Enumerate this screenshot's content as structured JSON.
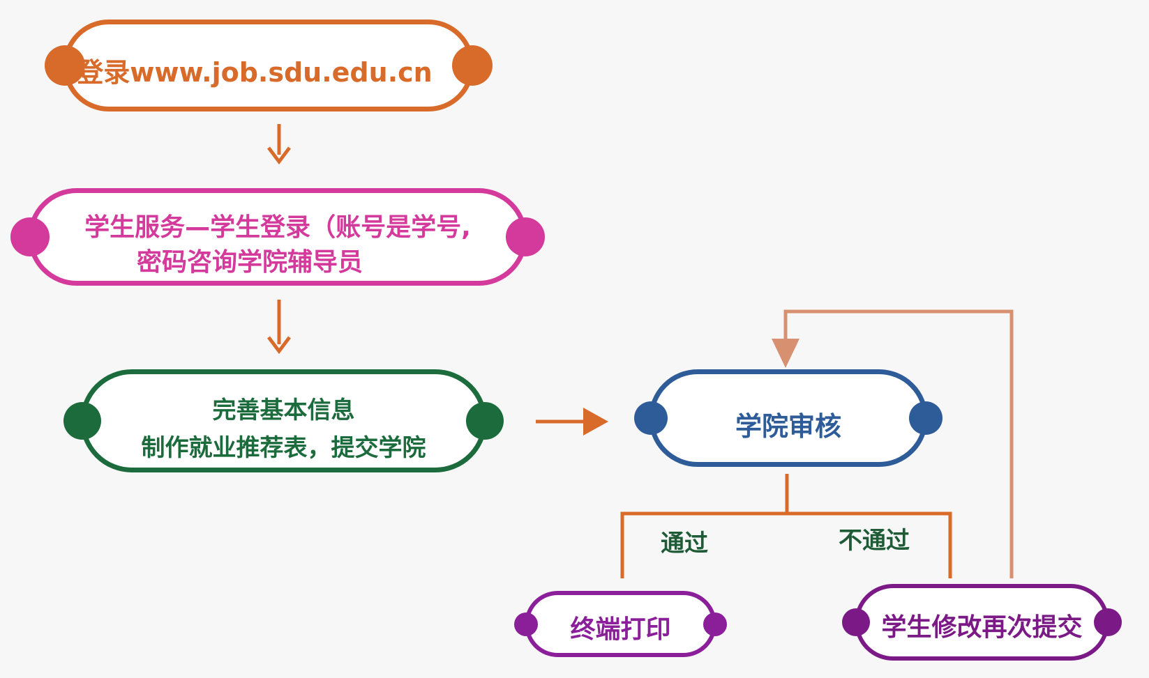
{
  "colors": {
    "login": "#d86a2a",
    "student_login": "#d43a9b",
    "fill_info": "#1c6b3d",
    "review": "#2e5c98",
    "print": "#8b1f9a",
    "resubmit": "#7b1a86",
    "arrow": "#d86a2a",
    "loop": "#d79070"
  },
  "nodes": {
    "login": {
      "text": "登录www.job.sdu.edu.cn"
    },
    "student_login": {
      "line1": "学生服务—学生登录（账号是学号,",
      "line2": "密码咨询学院辅导员"
    },
    "fill_info": {
      "line1": "完善基本信息",
      "line2": "制作就业推荐表，提交学院"
    },
    "review": {
      "text": "学院审核"
    },
    "print": {
      "text": "终端打印"
    },
    "resubmit": {
      "text": "学生修改再次提交"
    }
  },
  "edges": {
    "pass": "通过",
    "fail": "不通过"
  }
}
